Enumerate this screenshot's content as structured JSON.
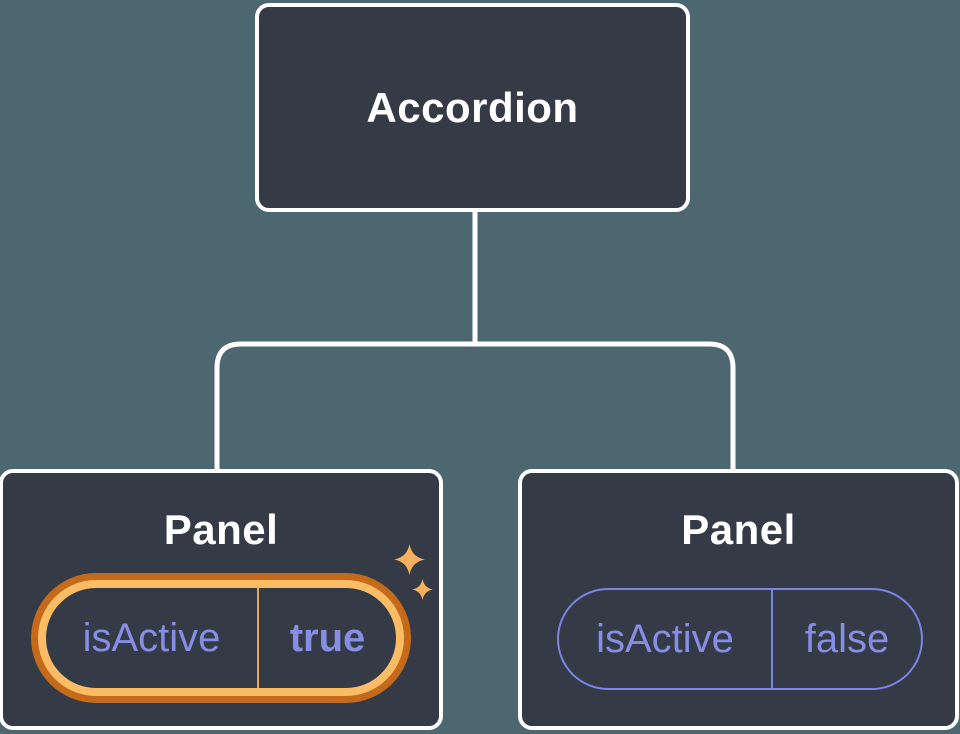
{
  "diagram": {
    "description": "component-tree-state-diagram",
    "root": {
      "label": "Accordion"
    },
    "children": [
      {
        "label": "Panel",
        "state": {
          "name": "isActive",
          "value": "true"
        },
        "highlighted": true
      },
      {
        "label": "Panel",
        "state": {
          "name": "isActive",
          "value": "false"
        },
        "highlighted": false
      }
    ]
  },
  "icons": {
    "sparkle_large": "four-point-sparkle",
    "sparkle_small": "four-point-sparkle"
  },
  "colors": {
    "bg": "#4d6770",
    "node_fill": "#343a46",
    "node_border": "#ffffff",
    "connector": "#ffffff",
    "title_text": "#ffffff",
    "state_text": "#868ee4",
    "pill_border": "#7c84e4",
    "highlight_outer": "#c46a1a",
    "highlight_inner": "#fabd66",
    "highlight_divider": "#eda74e",
    "sparkle": "#f7b15e"
  }
}
